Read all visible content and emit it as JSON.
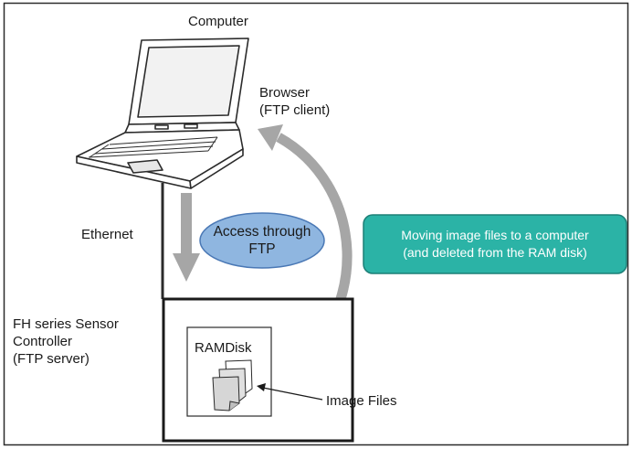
{
  "labels": {
    "computer": "Computer",
    "browser": [
      "Browser",
      "(FTP client)"
    ],
    "ethernet": "Ethernet",
    "access": [
      "Access through",
      "FTP"
    ],
    "note": [
      "Moving image files to a computer",
      "(and deleted from the RAM disk)"
    ],
    "controller": [
      "FH series Sensor",
      "Controller",
      "(FTP server)"
    ],
    "ramdisk": "RAMDisk",
    "image_files": "Image Files"
  },
  "colors": {
    "frame": "#2b2b2b",
    "arrow": "#a6a6a6",
    "oval_fill": "#8fb6e0",
    "oval_stroke": "#4a78b5",
    "note_fill": "#2bb3a6",
    "note_stroke": "#1d7f77"
  }
}
